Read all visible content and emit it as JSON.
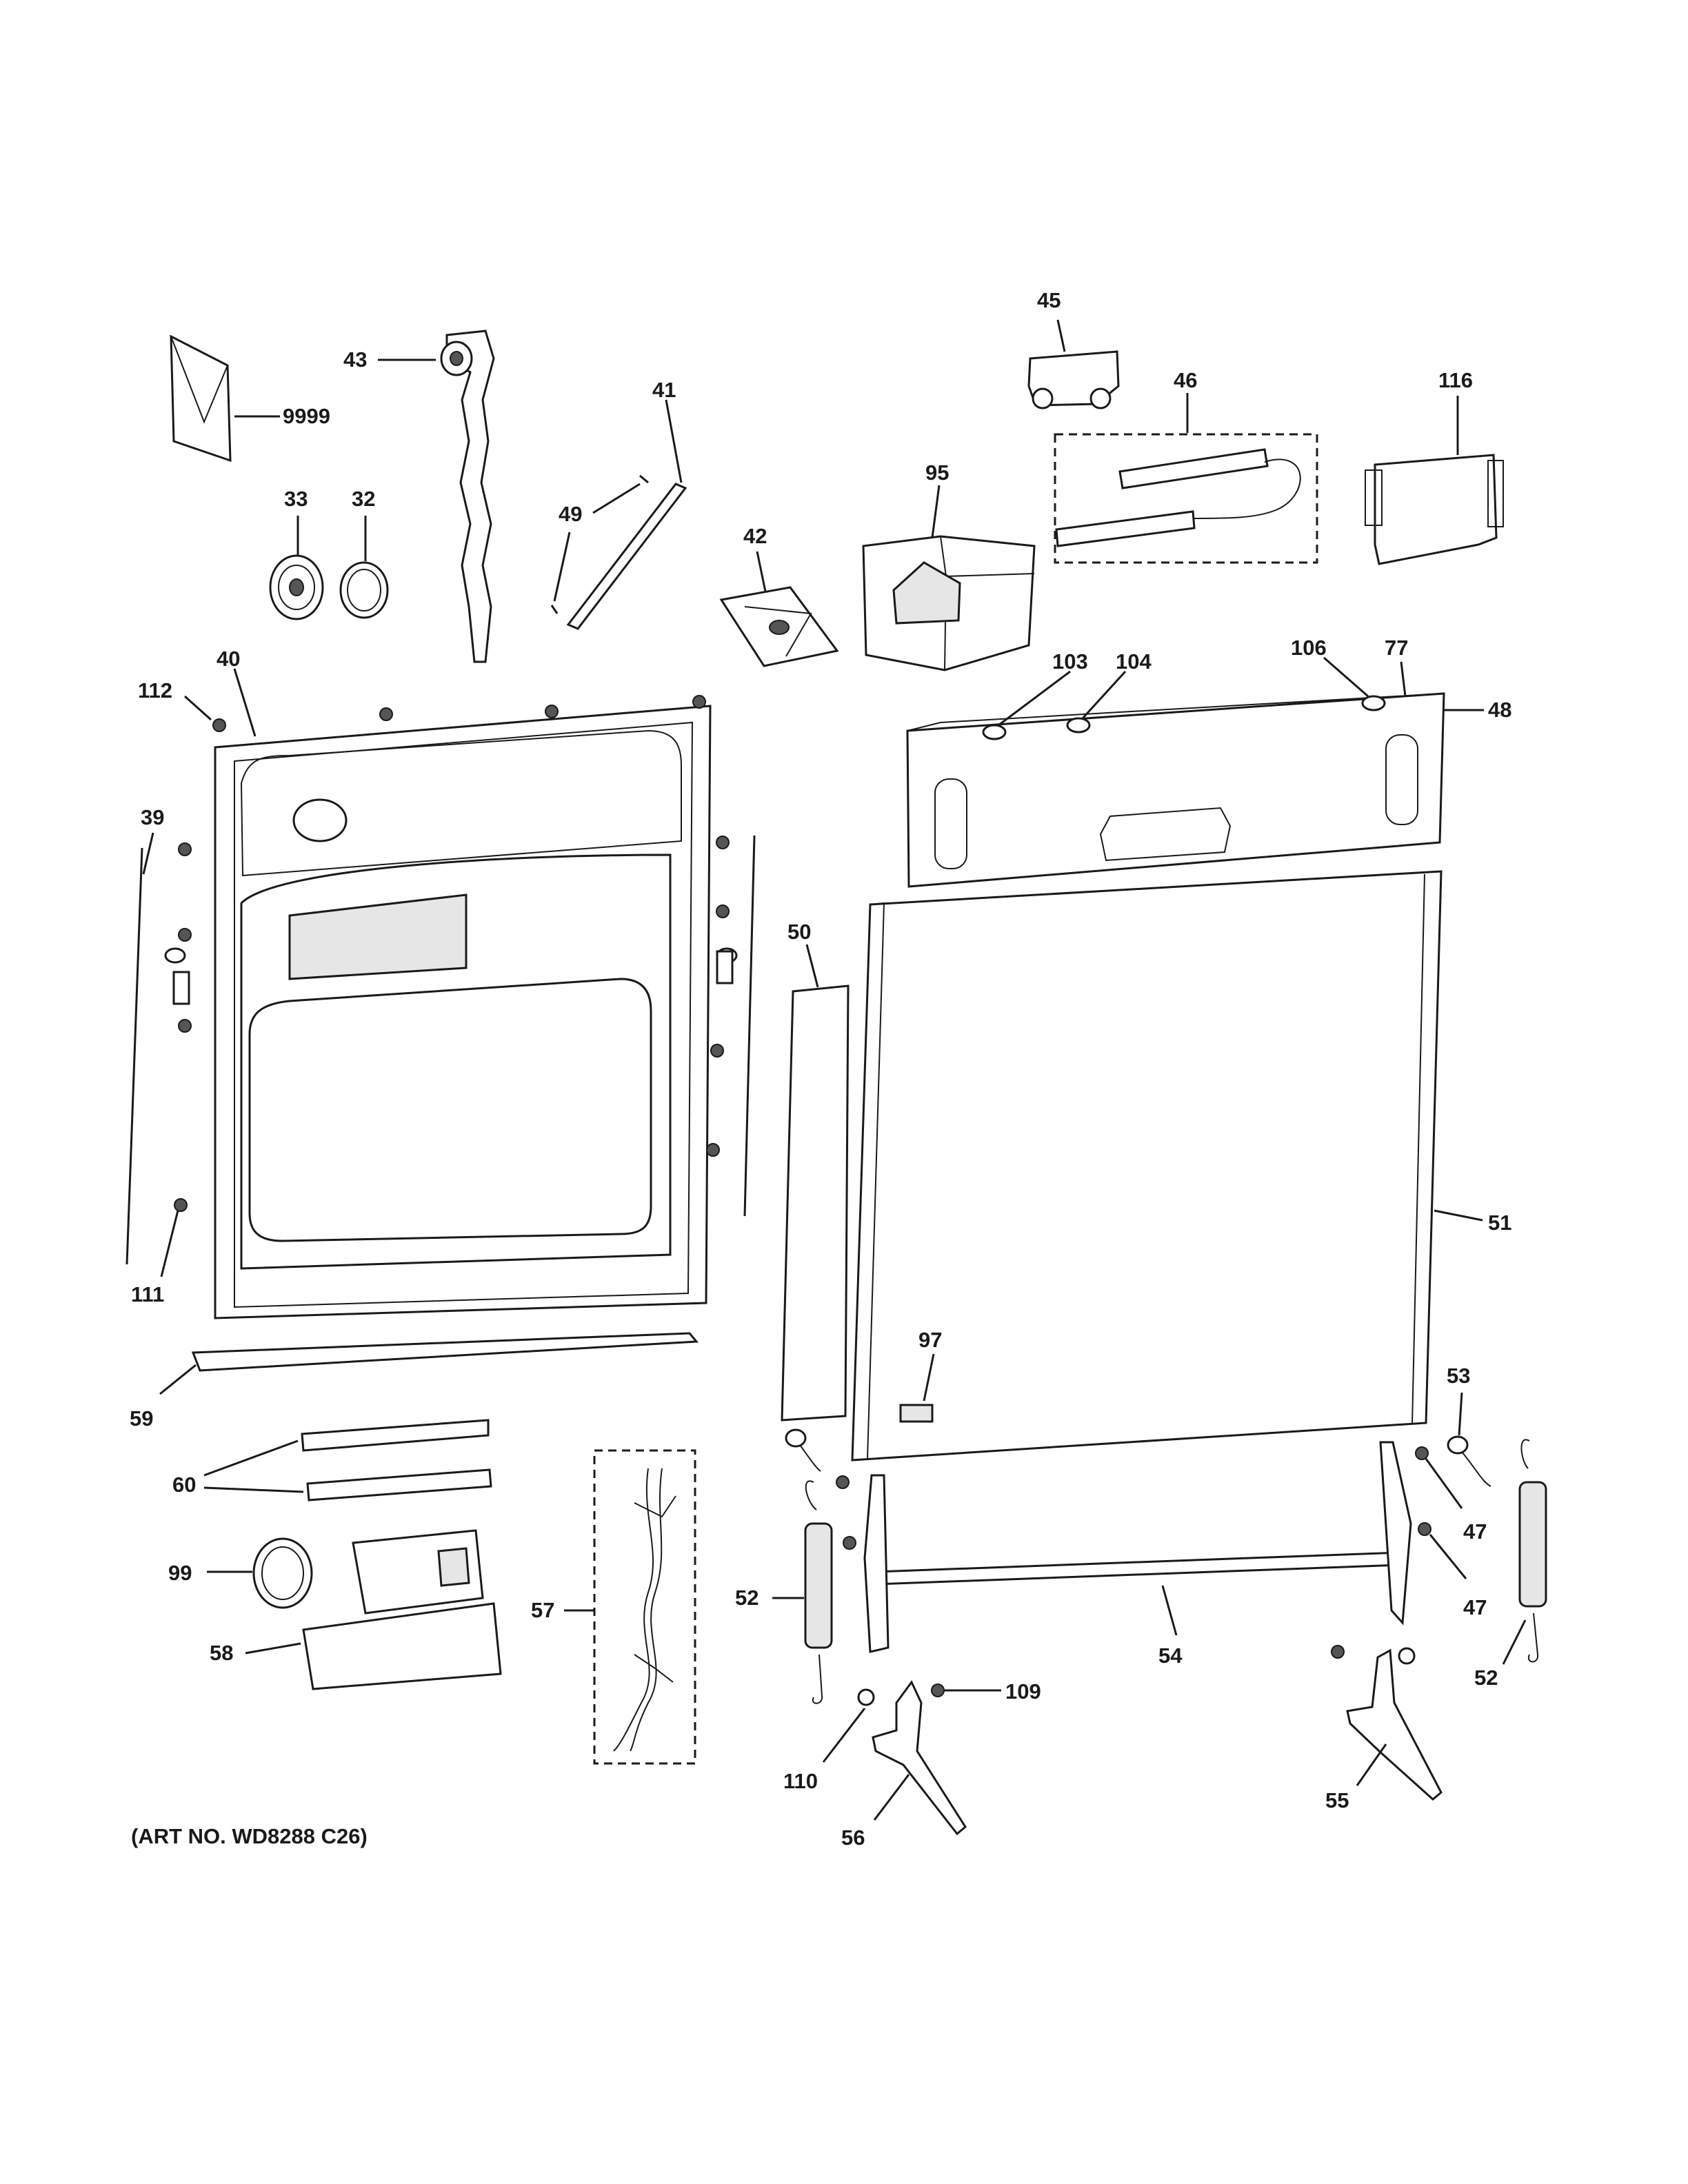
{
  "diagram": {
    "art_number": "(ART NO. WD8288 C26)",
    "callouts": {
      "p9999": "9999",
      "p43": "43",
      "p41": "41",
      "p49": "49",
      "p33": "33",
      "p32": "32",
      "p42": "42",
      "p95": "95",
      "p45": "45",
      "p46": "46",
      "p116": "116",
      "p40": "40",
      "p112": "112",
      "p39": "39",
      "p111": "111",
      "p103": "103",
      "p104": "104",
      "p106": "106",
      "p77": "77",
      "p48": "48",
      "p50": "50",
      "p51": "51",
      "p97": "97",
      "p59": "59",
      "p60": "60",
      "p99": "99",
      "p58": "58",
      "p57": "57",
      "p53": "53",
      "p47a": "47",
      "p47b": "47",
      "p52a": "52",
      "p52b": "52",
      "p54": "54",
      "p109": "109",
      "p110": "110",
      "p56": "56",
      "p55": "55"
    }
  }
}
